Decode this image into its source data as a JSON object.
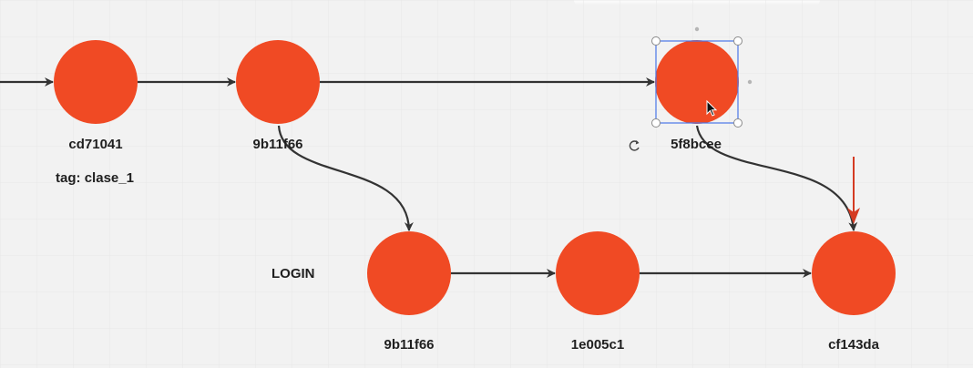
{
  "canvas": {
    "background": "#f2f2f2",
    "grid_color": "#e6e6e6"
  },
  "colors": {
    "node_fill": "#f04a24",
    "edge": "#333333",
    "red_arrow": "#d43a22",
    "selection": "#4a76e8"
  },
  "nodes": [
    {
      "id": "n1",
      "label": "cd71041"
    },
    {
      "id": "n2",
      "label": "9b11f66"
    },
    {
      "id": "n3",
      "label": "5f8bcee",
      "selected": true
    },
    {
      "id": "n4",
      "label": "9b11f66"
    },
    {
      "id": "n5",
      "label": "1e005c1"
    },
    {
      "id": "n6",
      "label": "cf143da"
    }
  ],
  "annotations": {
    "tag": "tag: clase_1",
    "branch": "LOGIN"
  },
  "icons": {
    "cursor": "pointer-cursor-icon",
    "rotate": "rotate-icon"
  }
}
